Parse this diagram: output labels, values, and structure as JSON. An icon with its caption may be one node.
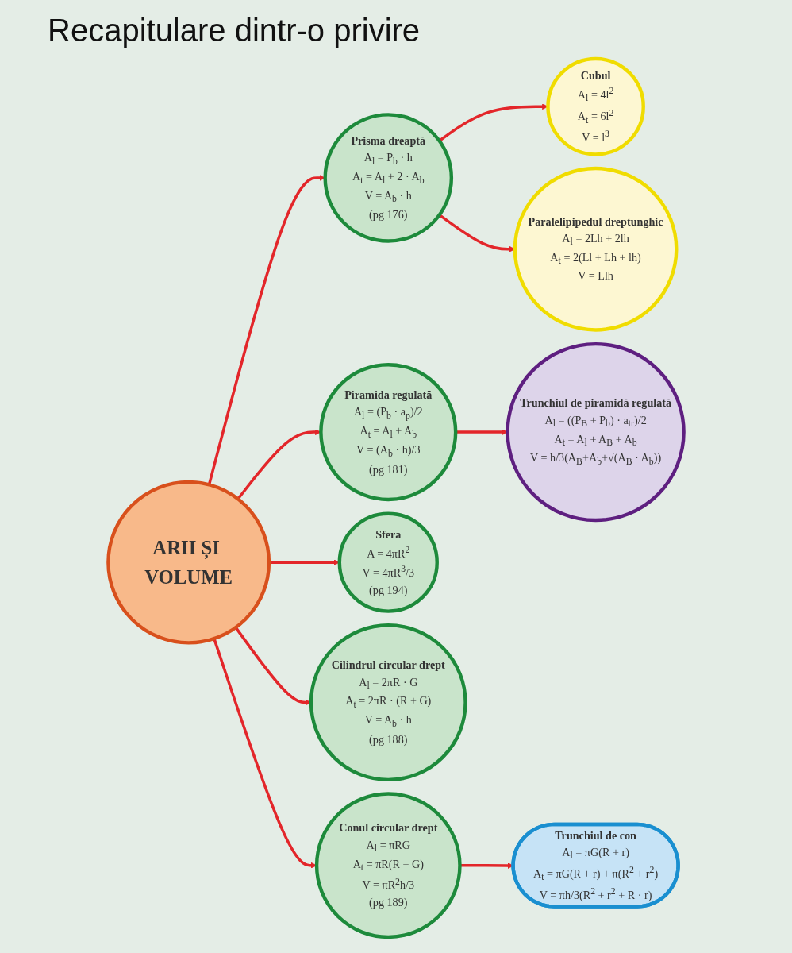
{
  "diagram": {
    "title": "Recapitulare dintr-o privire",
    "nodes": [
      {
        "text": [
          "ARII ȘI VOLUME"
        ]
      },
      {
        "text": [
          "Prisma dreaptă",
          "A$_{l}$ = P$_{b}$ · h",
          "A$_{t}$ = A$_{l}$ + 2 · A$_{b}$",
          "V = A$_{b}$ · h",
          "(pg 176)"
        ]
      },
      {
        "text": [
          "Cubul",
          "A$_{l}$ = 4l$^{2}$",
          "A$_{t}$ = 6l$^{2}$",
          "V = l$^{3}$"
        ]
      },
      {
        "text": [
          "Paralelipipedul dreptunghic",
          "A$_{l}$ = 2Lh + 2lh",
          "A$_{t}$ = 2(Ll + Lh + lh)",
          "V = Llh"
        ]
      },
      {
        "text": [
          "Piramida regulată",
          "A$_{l}$ = (P$_{b}$ · a$_{p}$)/2",
          "A$_{t}$ = A$_{l}$ + A$_{b}$",
          "V = (A$_{b}$ · h)/3",
          "(pg 181)"
        ]
      },
      {
        "text": [
          "Trunchiul de piramidă regulată",
          "A$_{l}$ = ((P$_{B}$ + P$_{b}$) · a$_{tr}$)/2",
          "A$_{t}$ = A$_{l}$ + A$_{B}$ + A$_{b}$",
          "V = h/3(A$_{B}$+A$_{b}$+√(A$_{B}$ · A$_{b}$))"
        ]
      },
      {
        "text": [
          "Sfera",
          "A = 4πR$^{2}$",
          "V = 4πR$^{3}$/3",
          "(pg 194)"
        ]
      },
      {
        "text": [
          "Cilindrul circular drept",
          "A$_{l}$ = 2πR · G",
          "A$_{t}$ = 2πR · (R + G)",
          "V = A$_{b}$ · h",
          "(pg 188)"
        ]
      },
      {
        "text": [
          "Conul circular drept",
          "A$_{l}$ = πRG",
          "A$_{t}$ = πR(R + G)",
          "V = πR$^{2}$h/3",
          "(pg 189)"
        ]
      },
      {
        "text": [
          "Trunchiul de con",
          "A$_{l}$ = πG(R + r)",
          "A$_{t}$ = πG(R + r) + π(R$^{2}$ + r$^{2}$)",
          "V = πh/3(R$^{2}$ + r$^{2}$ + R · r)"
        ]
      }
    ],
    "edges": [
      {
        "from": 0,
        "to": 1,
        "arrow": "to"
      },
      {
        "from": 1,
        "to": 2,
        "arrow": "to"
      },
      {
        "from": 1,
        "to": 3,
        "arrow": "to"
      },
      {
        "from": 0,
        "to": 4,
        "arrow": "to"
      },
      {
        "from": 4,
        "to": 5,
        "arrow": "to"
      },
      {
        "from": 0,
        "to": 6,
        "arrow": "to"
      },
      {
        "from": 0,
        "to": 7,
        "arrow": "to"
      },
      {
        "from": 0,
        "to": 8,
        "arrow": "to"
      },
      {
        "from": 8,
        "to": 9,
        "arrow": "to"
      }
    ]
  }
}
